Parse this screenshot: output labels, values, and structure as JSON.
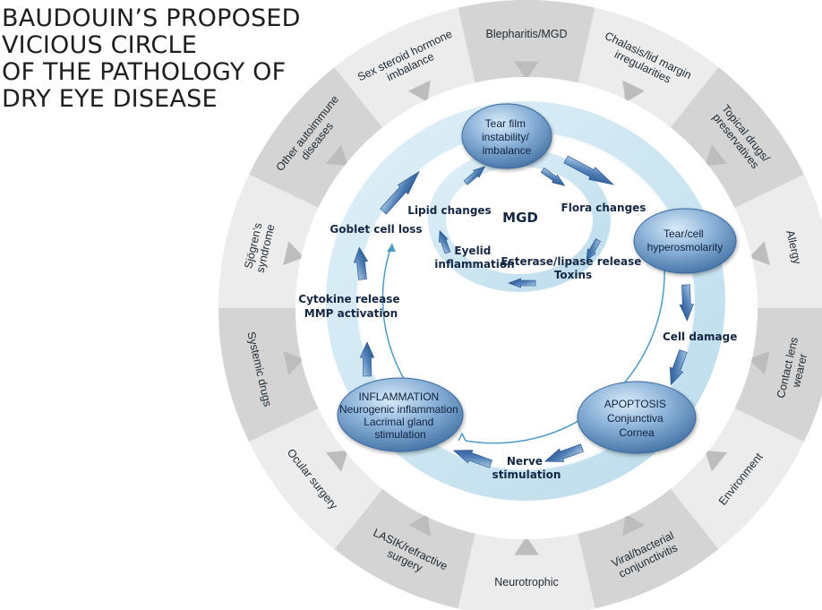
{
  "title_lines": [
    "BAUDOUIN’S PROPOSED",
    "VICIOUS CIRCLE",
    "OF THE PATHOLOGY OF",
    "DRY EYE DISEASE"
  ],
  "outer_segments": [
    {
      "label": [
        "Blepharitis/MGD"
      ],
      "shade": "dark"
    },
    {
      "label": [
        "Chalasis/lid margin",
        "irregularities"
      ],
      "shade": "light"
    },
    {
      "label": [
        "Topical drugs/",
        "preservatives"
      ],
      "shade": "dark"
    },
    {
      "label": [
        "Allergy"
      ],
      "shade": "light"
    },
    {
      "label": [
        "Contact lens",
        "wearer"
      ],
      "shade": "dark"
    },
    {
      "label": [
        "Environment"
      ],
      "shade": "light"
    },
    {
      "label": [
        "Viral/bacterial",
        "conjunctivitis"
      ],
      "shade": "dark"
    },
    {
      "label": [
        "Neurotrophic"
      ],
      "shade": "light"
    },
    {
      "label": [
        "LASIK/refractive",
        "surgery"
      ],
      "shade": "dark"
    },
    {
      "label": [
        "Ocular  surgery"
      ],
      "shade": "light"
    },
    {
      "label": [
        "Systemic drugs"
      ],
      "shade": "dark"
    },
    {
      "label": [
        "Sjögren’s",
        "syndrome"
      ],
      "shade": "light"
    },
    {
      "label": [
        "Other autoimmune",
        "diseases"
      ],
      "shade": "dark"
    },
    {
      "label": [
        "Sex steroid hormone",
        "imbalance"
      ],
      "shade": "light"
    }
  ],
  "nodes": {
    "tear_film": [
      "Tear film",
      "instability/",
      "imbalance"
    ],
    "hyperosmolarity": [
      "Tear/cell",
      "hyperosmolarity"
    ],
    "apoptosis": [
      "APOPTOSIS",
      "Conjunctiva",
      "Cornea"
    ],
    "inflammation": [
      "INFLAMMATION",
      "Neurogenic inflammation",
      "Lacrimal gland",
      "stimulation"
    ]
  },
  "labels": {
    "cell_damage": [
      "Cell damage"
    ],
    "nerve_stimulation": [
      "Nerve",
      "stimulation"
    ],
    "cytokine": [
      "Cytokine release",
      "MMP activation"
    ],
    "goblet": [
      "Goblet cell loss"
    ]
  },
  "mgd_cycle": {
    "center": "MGD",
    "lipid": "Lipid changes",
    "flora": "Flora changes",
    "esterase": [
      "Esterase/lipase release",
      "Toxins"
    ],
    "eyelid": [
      "Eyelid",
      "inflammation"
    ]
  },
  "colors": {
    "ring_dark": "#d4d4d4",
    "ring_light": "#ececec",
    "node_fill": "#6d97c2",
    "arrow_fill": "#2e5f9a",
    "ring_band": "#cfe6f1",
    "text_dark": "#142743"
  }
}
